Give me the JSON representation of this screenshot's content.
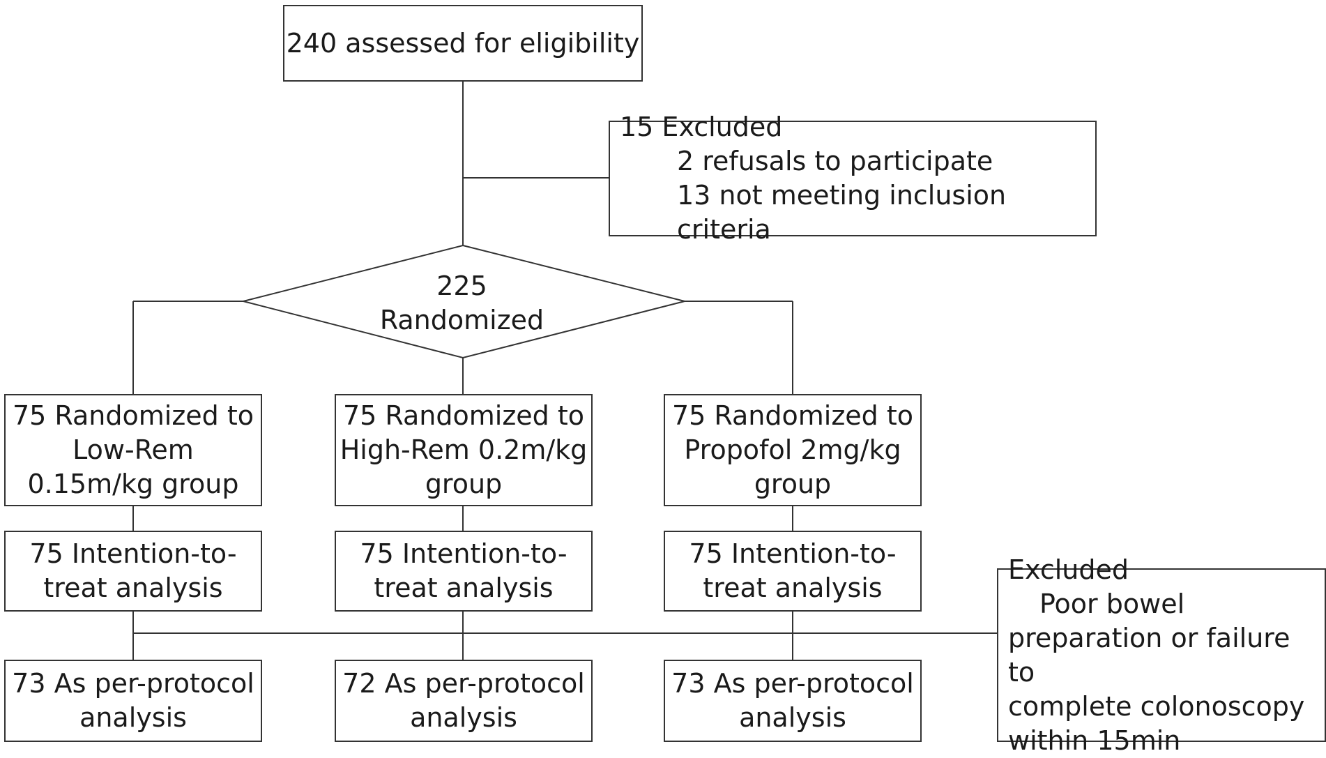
{
  "assessed": {
    "text": "240 assessed for eligibility"
  },
  "excluded_initial": {
    "title": "15 Excluded",
    "reasons": [
      "2 refusals to participate",
      "13 not meeting inclusion criteria"
    ]
  },
  "randomized": {
    "count": "225",
    "label": "Randomized"
  },
  "arms": [
    {
      "allocation": [
        "75 Randomized to",
        "Low-Rem",
        "0.15m/kg group"
      ],
      "itt": [
        "75 Intention-to-",
        "treat analysis"
      ],
      "pp": [
        "73 As per-protocol",
        "analysis"
      ]
    },
    {
      "allocation": [
        "75 Randomized to",
        "High-Rem 0.2m/kg",
        "group"
      ],
      "itt": [
        "75 Intention-to-",
        "treat analysis"
      ],
      "pp": [
        "72 As per-protocol",
        "analysis"
      ]
    },
    {
      "allocation": [
        "75 Randomized to",
        "Propofol 2mg/kg",
        "group"
      ],
      "itt": [
        "75 Intention-to-",
        "treat analysis"
      ],
      "pp": [
        "73 As per-protocol",
        "analysis"
      ]
    }
  ],
  "excluded_followup": {
    "title": "Excluded",
    "lines": [
      "Poor bowel",
      "preparation or failure to",
      "complete colonoscopy",
      "within 15min"
    ]
  }
}
